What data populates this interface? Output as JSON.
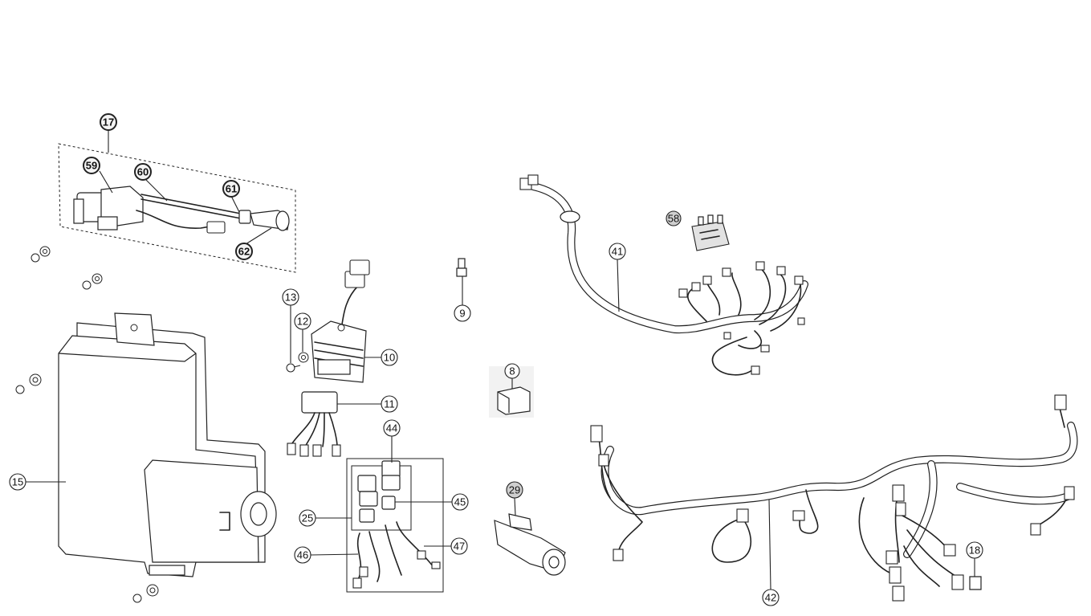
{
  "callouts": {
    "c17": "17",
    "c59": "59",
    "c60": "60",
    "c61": "61",
    "c62": "62",
    "c13": "13",
    "c12": "12",
    "c10": "10",
    "c11": "11",
    "c9": "9",
    "c8": "8",
    "c44": "44",
    "c45": "45",
    "c25": "25",
    "c46": "46",
    "c47": "47",
    "c29": "29",
    "c15": "15",
    "c41": "41",
    "c58": "58",
    "c42": "42",
    "c18": "18"
  }
}
